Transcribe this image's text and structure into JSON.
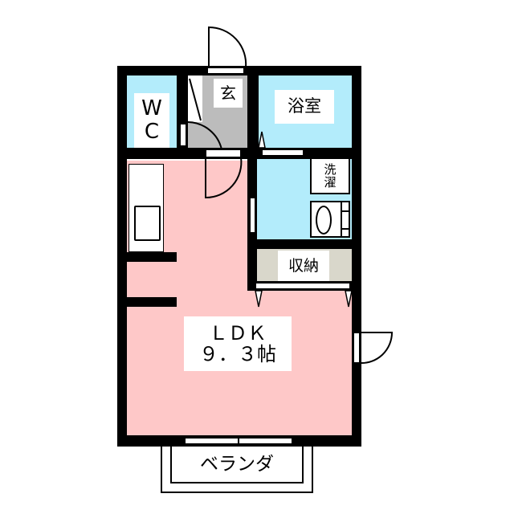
{
  "floor_plan": {
    "rooms": {
      "wc": {
        "label_line1": "W",
        "label_line2": "C",
        "color": "#b3ecfb"
      },
      "genkan": {
        "label": "玄",
        "color": "#bcbcbc"
      },
      "bathroom": {
        "label": "浴室",
        "color": "#b3ecfb"
      },
      "washroom": {
        "color": "#b3ecfb"
      },
      "washing_machine": {
        "label_line1": "洗",
        "label_line2": "濯"
      },
      "storage": {
        "label": "収納",
        "color": "#d9d7cb"
      },
      "ldk": {
        "label_line1": "ＬＤＫ",
        "label_line2": "９．３帖",
        "color": "#fec8c8"
      },
      "balcony": {
        "label": "ベランダ"
      }
    },
    "colors": {
      "wall": "#000000",
      "background": "#ffffff"
    }
  }
}
